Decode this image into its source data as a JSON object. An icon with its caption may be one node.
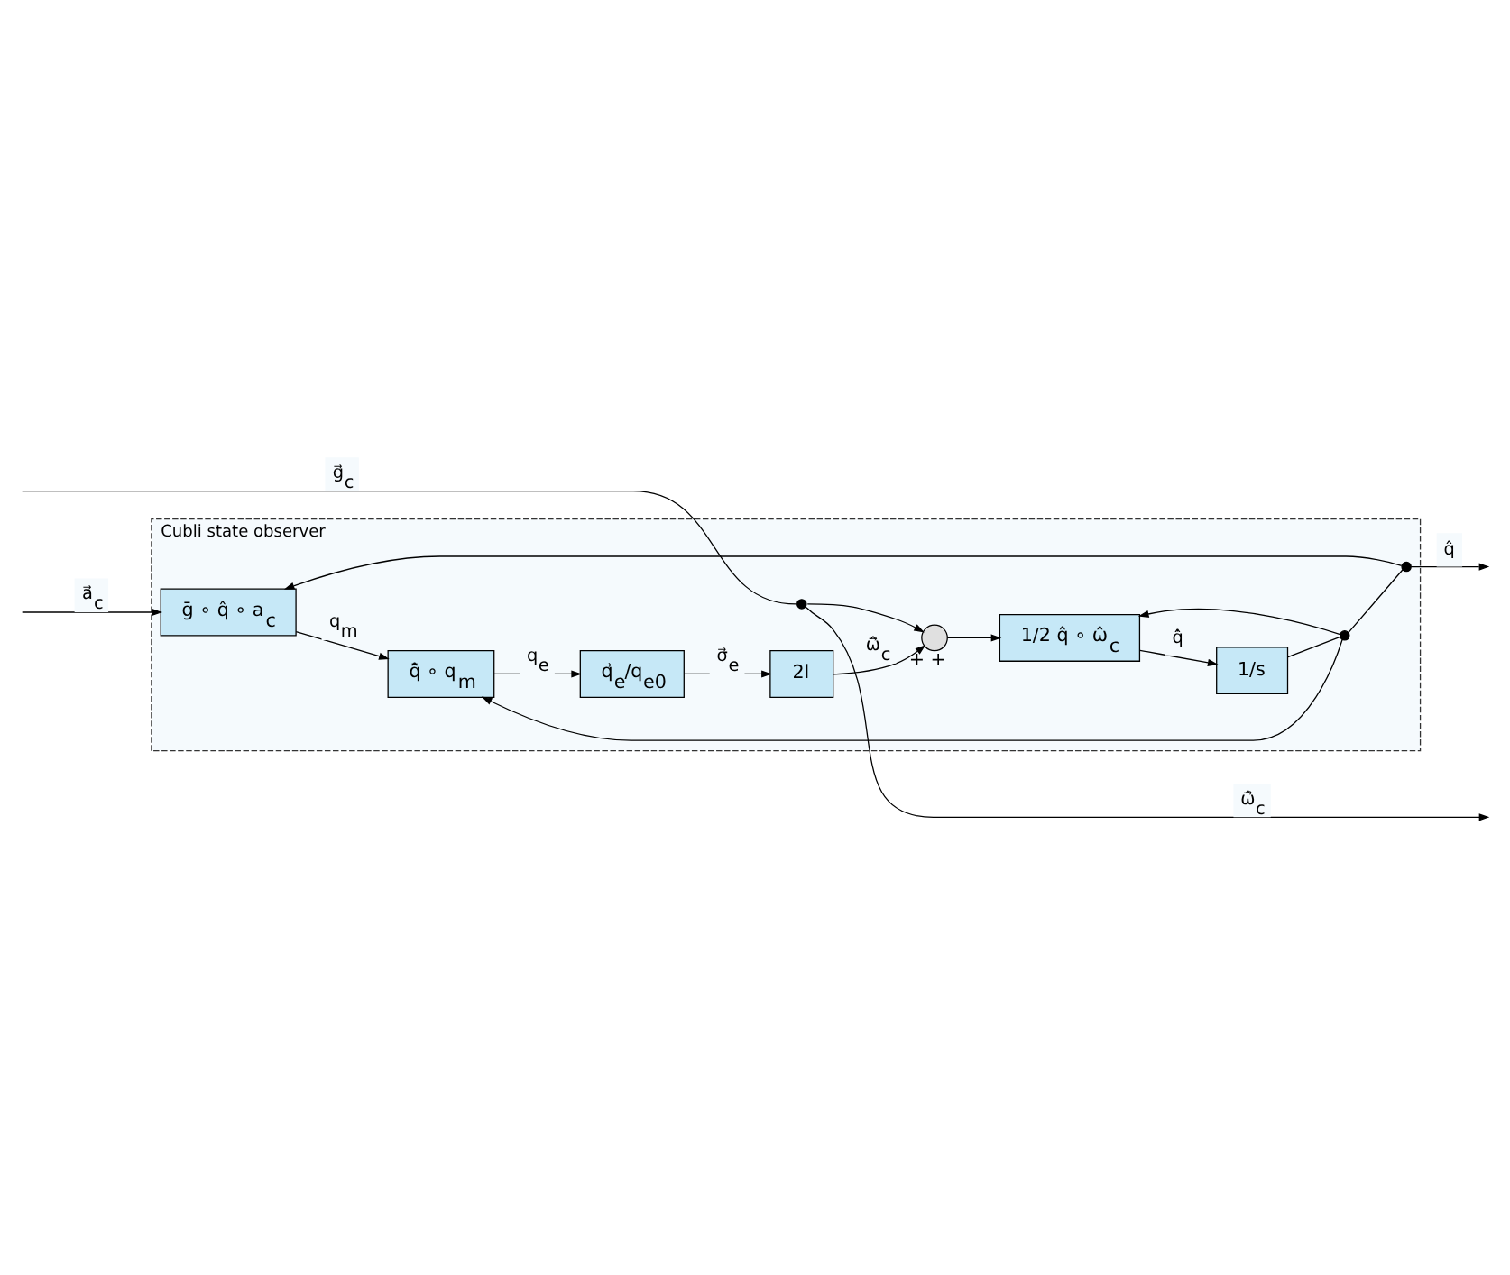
{
  "diagram": {
    "nodes": [
      {
        "text": [
          "Cubli state observer"
        ]
      },
      {
        "text": [
          "ḡ ∘ q̂ ∘ a$_{c}$"
        ],
        "in": 0
      },
      {
        "text": [
          "q̂̄ ∘ q$_{m}$"
        ],
        "in": 0
      },
      {
        "text": [
          "q⃗$_{e}$/q$_{e0}$"
        ],
        "in": 0
      },
      {
        "text": [
          "2l"
        ],
        "in": 0
      },
      {
        "text": [],
        "shape": "circle",
        "in": 0,
        "beside": [
          "+",
          "+"
        ]
      },
      {
        "text": [
          "1/2 q̂ ∘ ω̂$_{c}$"
        ],
        "in": 0
      },
      {
        "text": [
          "1/s"
        ],
        "in": 0
      },
      {
        "text": [],
        "shape": "dot",
        "in": 0
      },
      {
        "text": [],
        "shape": "dot",
        "in": 0
      },
      {
        "text": [],
        "shape": "dot",
        "in": 0
      }
    ],
    "edges": [
      {
        "from": null,
        "to": 1,
        "arrow": "to",
        "label": "a⃗$_{c}$"
      },
      {
        "from": 1,
        "to": 2,
        "arrow": "to",
        "label": "q$_{m}$"
      },
      {
        "from": 2,
        "to": 3,
        "arrow": "to",
        "label": "q$_{e}$"
      },
      {
        "from": 3,
        "to": 4,
        "arrow": "to",
        "label": "σ⃗$_{e}$"
      },
      {
        "from": 4,
        "to": 5,
        "arrow": "to",
        "label": "ω̂⃗$_{c}$"
      },
      {
        "from": null,
        "to": 10,
        "arrow": "none",
        "label": "g⃗$_{c}$"
      },
      {
        "from": 10,
        "to": 5,
        "arrow": "to"
      },
      {
        "from": 5,
        "to": 6,
        "arrow": "to"
      },
      {
        "from": 6,
        "to": 7,
        "arrow": "to",
        "label": "q̂̇"
      },
      {
        "from": 7,
        "to": 8,
        "arrow": "none"
      },
      {
        "from": 8,
        "to": 6,
        "arrow": "to"
      },
      {
        "from": 8,
        "to": 2,
        "arrow": "to"
      },
      {
        "from": 8,
        "to": 9,
        "arrow": "none"
      },
      {
        "from": 9,
        "to": 1,
        "arrow": "to"
      },
      {
        "from": 9,
        "to": null,
        "arrow": "to",
        "label": "q̂"
      },
      {
        "from": 10,
        "to": null,
        "arrow": "to",
        "label": "ω̂⃗$_{c}$"
      }
    ]
  }
}
